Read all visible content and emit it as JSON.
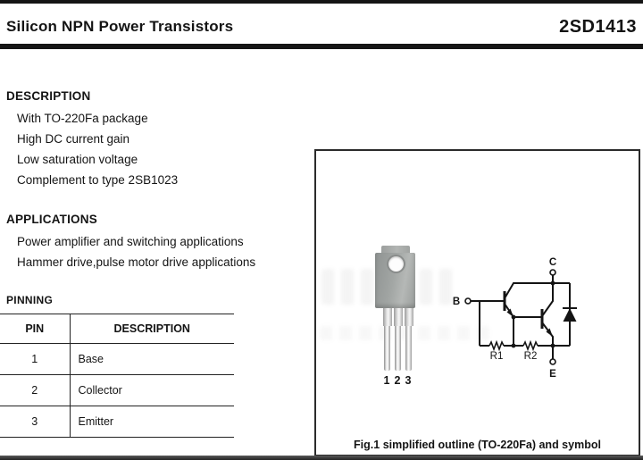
{
  "header": {
    "title": "Silicon NPN Power Transistors",
    "part_number": "2SD1413"
  },
  "description": {
    "heading": "DESCRIPTION",
    "items": [
      "With TO-220Fa package",
      "High DC current gain",
      "Low saturation voltage",
      "Complement to type 2SB1023"
    ]
  },
  "applications": {
    "heading": "APPLICATIONS",
    "items": [
      "Power amplifier and switching applications",
      "Hammer drive,pulse motor drive applications"
    ]
  },
  "pinning": {
    "heading": "PINNING",
    "columns": {
      "pin": "PIN",
      "description": "DESCRIPTION"
    },
    "rows": [
      {
        "pin": "1",
        "description": "Base"
      },
      {
        "pin": "2",
        "description": "Collector"
      },
      {
        "pin": "3",
        "description": "Emitter"
      }
    ]
  },
  "figure": {
    "caption": "Fig.1 simplified outline (TO-220Fa) and symbol",
    "package_pins": [
      "1",
      "2",
      "3"
    ],
    "schematic_labels": {
      "collector": "C",
      "base": "B",
      "emitter": "E",
      "r1": "R1",
      "r2": "R2"
    }
  },
  "colors": {
    "text": "#141414",
    "rule": "#151515",
    "figure_border": "#2b2b2b",
    "package_body": "#a2a6a4",
    "package_tab": "#b2b5b3"
  }
}
